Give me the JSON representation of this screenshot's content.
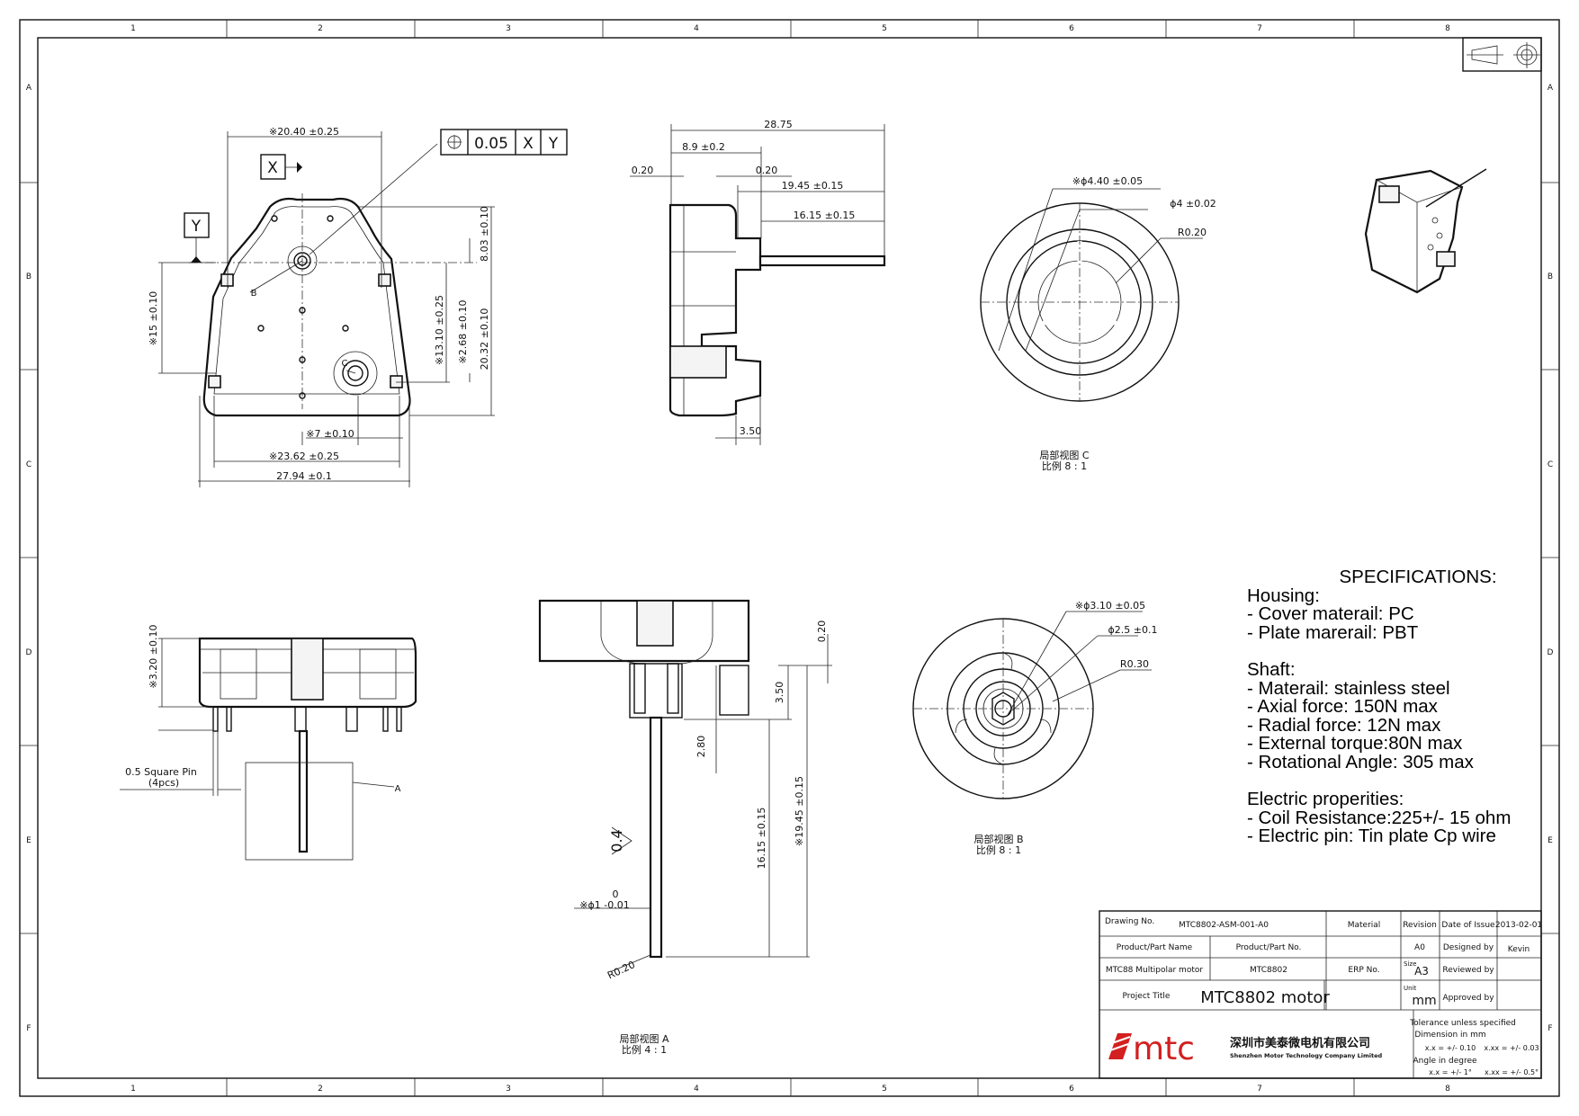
{
  "border": {
    "columns": [
      "1",
      "2",
      "3",
      "4",
      "5",
      "6",
      "7",
      "8"
    ],
    "rows": [
      "A",
      "B",
      "C",
      "D",
      "E",
      "F"
    ]
  },
  "front_view": {
    "dims": {
      "top_width": "※20.40 ±0.25",
      "height_15": "※15 ±0.10",
      "h_13_10": "※13.10 ±0.25",
      "h_2_68": "※2.68 ±0.10",
      "h_20_32": "20.32 ±0.10",
      "h_8_03": "8.03 ±0.10",
      "w_7": "※7 ±0.10",
      "w_23_62": "※23.62 ±0.25",
      "w_27_94": "27.94 ±0.1"
    },
    "datum_x": "X",
    "datum_y": "Y",
    "label_b": "B",
    "label_c": "C",
    "tolerance": {
      "value": "0.05",
      "ref1": "X",
      "ref2": "Y"
    }
  },
  "side_view": {
    "dims": {
      "total": "28.75",
      "d_8_9": "8.9 ±0.2",
      "d_0_20_left": "0.20",
      "d_0_20_right": "0.20",
      "d_19_45": "19.45 ±0.15",
      "d_16_15": "16.15 ±0.15",
      "d_3_50": "3.50"
    }
  },
  "detail_c": {
    "dims": {
      "d1": "※ϕ4.40 ±0.05",
      "d2": "ϕ4 ±0.02",
      "r": "R0.20"
    },
    "caption_1": "局部视图 C",
    "caption_2": "比例 8 : 1"
  },
  "bottom_view": {
    "dims": {
      "h": "※3.20 ±0.10"
    },
    "pin_note_1": "0.5 Square Pin",
    "pin_note_2": "(4pcs)",
    "label_a": "A"
  },
  "detail_a": {
    "dims": {
      "d_0_20": "0.20",
      "d_3_50": "3.50",
      "d_2_80": "2.80",
      "d_16_15": "16.15 ±0.15",
      "d_19_45": "※19.45 ±0.15",
      "phi1": "※ϕ1 -0.01",
      "phi1_upper": "0",
      "r": "R0.20",
      "rough": "0.4"
    },
    "caption_1": "局部视图 A",
    "caption_2": "比例 4 : 1"
  },
  "detail_b": {
    "dims": {
      "d1": "※ϕ3.10 ±0.05",
      "d2": "ϕ2.5 ±0.1",
      "r": "R0.30"
    },
    "caption_1": "局部视图 B",
    "caption_2": "比例 8 : 1"
  },
  "specs": {
    "title": "SPECIFICATIONS:",
    "housing_title": "Housing:",
    "housing": [
      "- Cover materail: PC",
      "- Plate marerail: PBT"
    ],
    "shaft_title": "Shaft:",
    "shaft": [
      "- Materail: stainless steel",
      "- Axial force: 150N max",
      "- Radial force: 12N max",
      "- External torque:80N max",
      "- Rotational Angle: 305 max"
    ],
    "electric_title": "Electric properities:",
    "electric": [
      "- Coil Resistance:225+/- 15 ohm",
      "- Electric pin: Tin plate Cp wire"
    ]
  },
  "title_block": {
    "drawing_no_label": "Drawing No.",
    "drawing_no": "MTC8802-ASM-001-A0",
    "material_label": "Material",
    "revision_label": "Revision",
    "date_label": "Date of Issue",
    "date": "2013-02-01",
    "product_name_label": "Product/Part Name",
    "product_no_label": "Product/Part No.",
    "revision": "A0",
    "designed_label": "Designed by",
    "designer": "Kevin",
    "product_name": "MTC88 Multipolar motor",
    "product_no": "MTC8802",
    "erp_label": "ERP No.",
    "size_label": "Size",
    "size": "A3",
    "reviewed_label": "Reviewed by",
    "project_label": "Project Title",
    "project": "MTC8802 motor",
    "unit_label": "Unit",
    "unit": "mm",
    "approved_label": "Approved by",
    "logo": "mtc",
    "company_cn": "深圳市美泰微电机有限公司",
    "company_en": "Shenzhen Motor Technology Company Limited",
    "tol_title": "Tolerance unless specified",
    "tol_dim": "Dimension in mm",
    "tol_x1": "x.x = +/- 0.10",
    "tol_x2": "x.xx = +/- 0.03",
    "tol_ang": "Angle in degree",
    "tol_a1": "x.x = +/- 1°",
    "tol_a2": "x.xx = +/- 0.5°"
  }
}
